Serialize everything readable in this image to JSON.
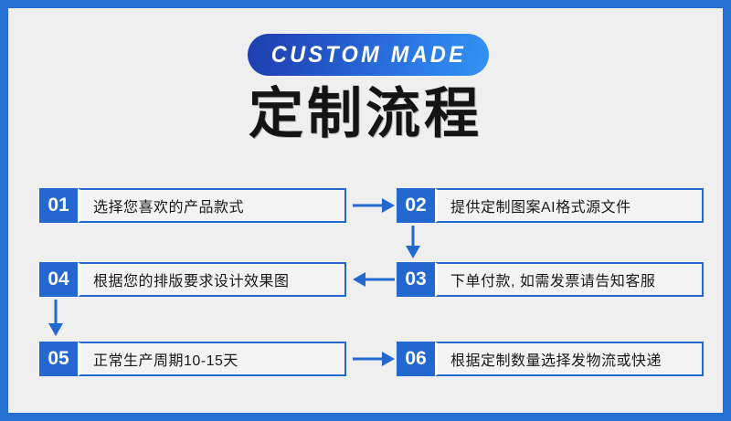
{
  "header": {
    "badge_label": "CUSTOM MADE",
    "title": "定制流程"
  },
  "colors": {
    "frame_blue": "#2470D3",
    "accent_blue": "#2268CE",
    "badge_gradient_start": "#1F3EAE",
    "badge_gradient_end": "#3293F2",
    "panel_background": "#EFEFEF",
    "box_background": "#F3F3F3",
    "text_dark": "#181818"
  },
  "steps": [
    {
      "number": "01",
      "label": "选择您喜欢的产品款式"
    },
    {
      "number": "02",
      "label": "提供定制图案AI格式源文件"
    },
    {
      "number": "03",
      "label": "下单付款, 如需发票请告知客服"
    },
    {
      "number": "04",
      "label": "根据您的排版要求设计效果图"
    },
    {
      "number": "05",
      "label": "正常生产周期10-15天"
    },
    {
      "number": "06",
      "label": "根据定制数量选择发物流或快递"
    }
  ],
  "arrows": [
    {
      "name": "arrow-right-01-to-02",
      "direction": "right"
    },
    {
      "name": "arrow-down-02-to-03",
      "direction": "down"
    },
    {
      "name": "arrow-left-03-to-04",
      "direction": "left"
    },
    {
      "name": "arrow-down-04-to-05",
      "direction": "down"
    },
    {
      "name": "arrow-right-05-to-06",
      "direction": "right"
    }
  ]
}
